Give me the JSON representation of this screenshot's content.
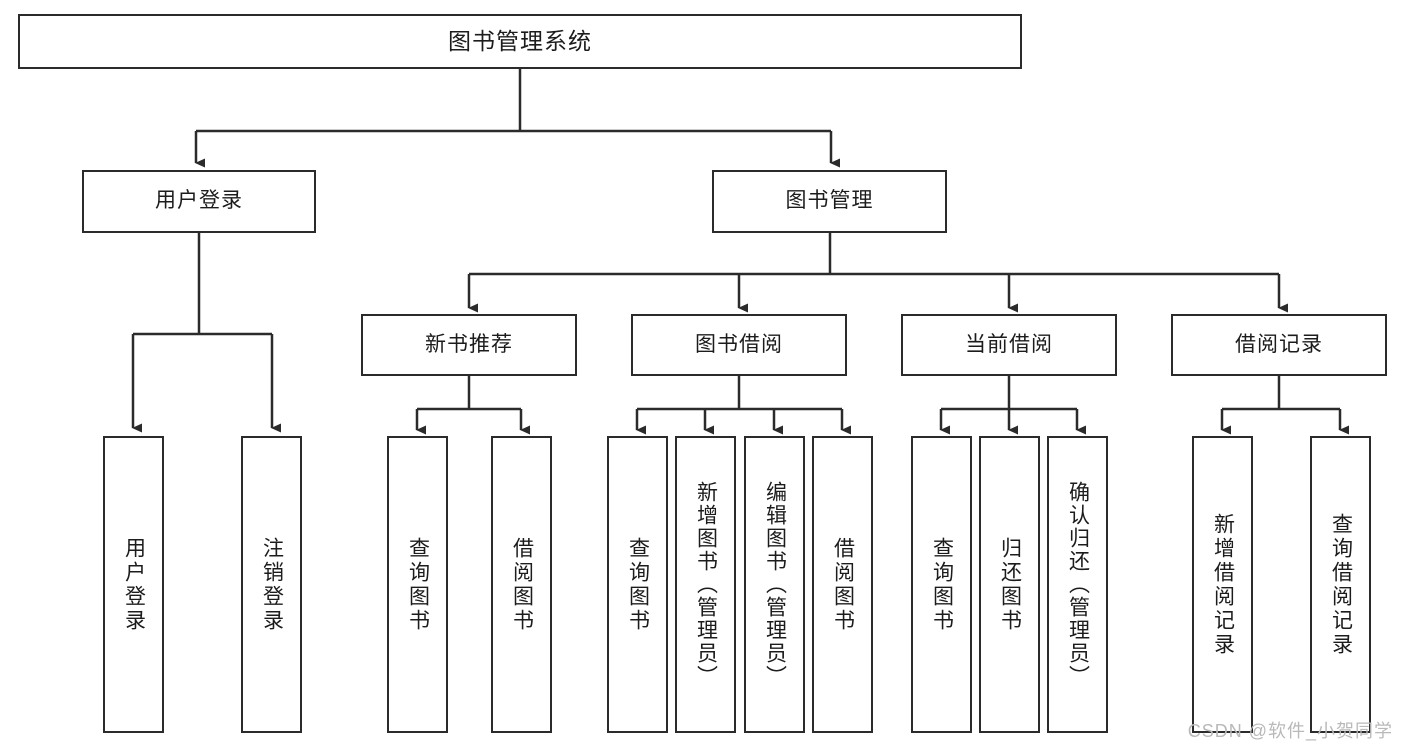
{
  "diagram": {
    "title": "图书管理系统",
    "type": "tree-hierarchy-diagram",
    "style": {
      "box_border_color": "#2b2b2b",
      "box_fill_color": "#ffffff",
      "line_color": "#2b2b2b",
      "text_color": "#1c1c1c",
      "background": "#ffffff"
    },
    "root": {
      "label": "图书管理系统"
    },
    "level2": [
      {
        "label": "用户登录"
      },
      {
        "label": "图书管理"
      }
    ],
    "level3": [
      {
        "label": "新书推荐"
      },
      {
        "label": "图书借阅"
      },
      {
        "label": "当前借阅"
      },
      {
        "label": "借阅记录"
      }
    ],
    "leaves": {
      "user_login": [
        {
          "label": "用户登录"
        },
        {
          "label": "注销登录"
        }
      ],
      "new_book_recommend": [
        {
          "label": "查询图书"
        },
        {
          "label": "借阅图书"
        }
      ],
      "book_borrow": [
        {
          "label": "查询图书"
        },
        {
          "label": "新增图书（管理员）"
        },
        {
          "label": "编辑图书（管理员）"
        },
        {
          "label": "借阅图书"
        }
      ],
      "current_borrow": [
        {
          "label": "查询图书"
        },
        {
          "label": "归还图书"
        },
        {
          "label": "确认归还（管理员）"
        }
      ],
      "borrow_record": [
        {
          "label": "新增借阅记录"
        },
        {
          "label": "查询借阅记录"
        }
      ]
    }
  },
  "watermark": {
    "text": "CSDN @软件_小贺同学"
  }
}
